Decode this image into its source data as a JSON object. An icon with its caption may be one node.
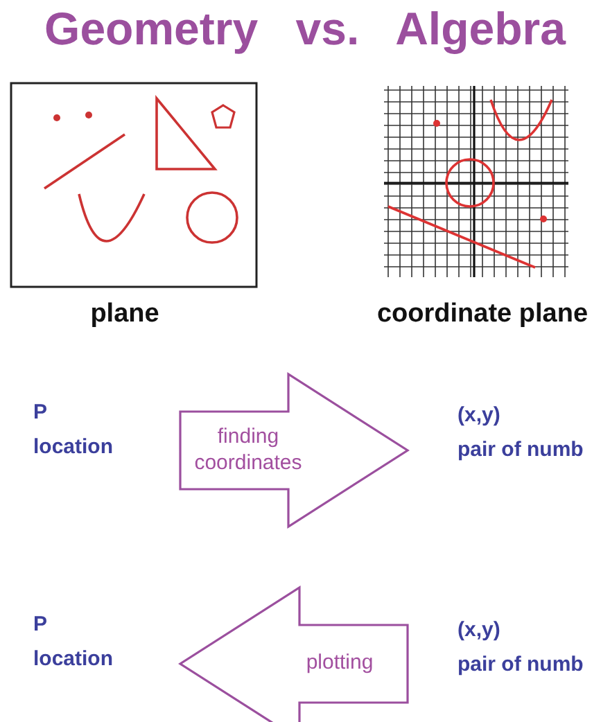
{
  "diagram": {
    "title": "Geometry vs. Algebra",
    "nodes": [
      {
        "text": [
          "P",
          "location"
        ]
      },
      {
        "text": [
          "(x,y)",
          "pair of numb"
        ]
      },
      {
        "text": [
          "P",
          "location"
        ]
      },
      {
        "text": [
          "(x,y)",
          "pair of numb"
        ]
      }
    ],
    "edges": [
      {
        "from": 0,
        "to": 1,
        "arrow": "to",
        "label": "finding coordinates"
      },
      {
        "from": 3,
        "to": 2,
        "arrow": "to",
        "label": "plotting"
      }
    ],
    "labels": [
      "plane",
      "coordinate plane"
    ]
  }
}
